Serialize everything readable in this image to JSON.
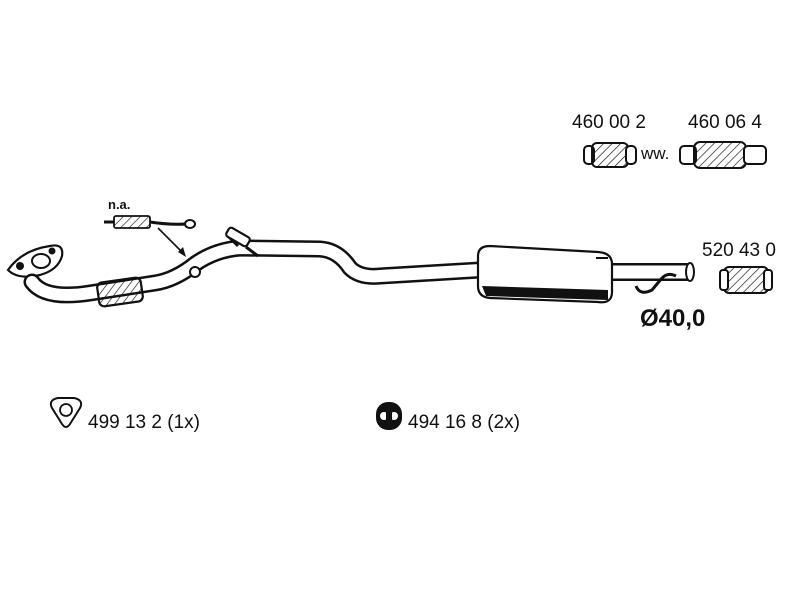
{
  "note_na": "n.a.",
  "parts": {
    "connector_a": "460 00 2",
    "connector_separator": "ww.",
    "connector_b": "460 06 4",
    "clamp": "520 43 0",
    "diameter": "Ø40,0",
    "gasket": "499 13 2 (1x)",
    "rubber_mount": "494 16 8 (2x)"
  },
  "icons": {
    "gasket": "triangle-gasket-icon",
    "rubber_mount": "rubber-mount-icon",
    "sensor": "lambda-sensor-icon"
  },
  "colors": {
    "line": "#111111",
    "background": "#ffffff"
  }
}
